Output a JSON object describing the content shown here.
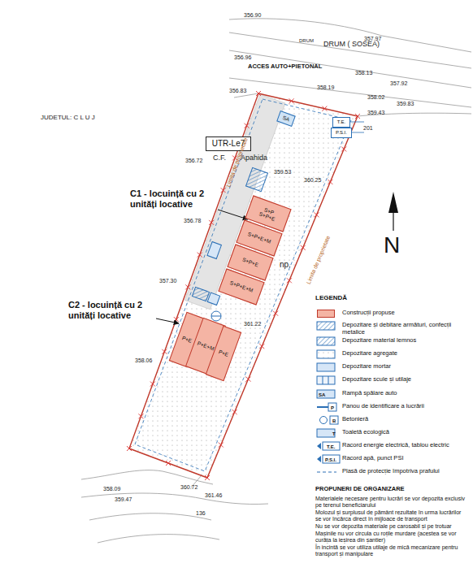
{
  "diagram": {
    "nodes": [
      {
        "text": [
          "UTR-Le7"
        ]
      },
      {
        "text": [
          "SA"
        ]
      },
      {
        "text": [
          "T.E."
        ]
      },
      {
        "text": [
          "P.S.I."
        ]
      },
      {
        "text": [
          "S+P",
          "S+P+E"
        ]
      },
      {
        "text": [
          "S+P+E+M"
        ]
      },
      {
        "text": [
          "S+P+E"
        ]
      },
      {
        "text": [
          "S+P+E+M"
        ]
      },
      {
        "text": [
          "P+E"
        ]
      },
      {
        "text": [
          "P+E+M"
        ]
      },
      {
        "text": [
          "P+E"
        ]
      }
    ],
    "labels": [
      "356.90",
      "DRUM",
      "DRUM ( SOSEA)",
      "357.97",
      "356.96",
      "ACCES AUTO+PIETONAL",
      "358.13",
      "357.92",
      "358.19",
      "356.83",
      "358.02",
      "359.83",
      "359.43",
      "201",
      "JUDETUL: C L U J",
      "Limita de proprietate",
      "Limita de proprietate",
      "C.F.",
      "Apahida",
      "356.72",
      "359.53",
      "360.25",
      "C1 - locuință cu 2 unități locative",
      "356.78",
      "np.",
      "357.30",
      "C2 - locuință cu 2 unități locative",
      "361.22",
      "358.06",
      "358.09",
      "359.47",
      "360.72",
      "361.46",
      "136",
      "N",
      "LEGENDĂ",
      "SA",
      "P",
      "B",
      "T",
      "T.E.",
      "P.S.I.",
      "PROPUNERI DE ORGANIZARE",
      "Materialele necesare pentru lucrări se vor depozita exclusiv pe terenul beneficiarului",
      "Molozul și surplusul de pământ rezultate în urma lucrărilor se vor încărca direct în mijloace de transport",
      "Nu se vor depozita materiale pe carosabil și pe trotuar",
      "Mașinile nu vor circula cu roțile murdare (acestea se vor curăța la ieșirea din șantier)",
      "În incintă se vor utiliza utilaje de mică mecanizare pentru transport și manipulare"
    ],
    "legend": [
      {
        "text": "Construcții propuse",
        "color": "#f4b4a4"
      },
      {
        "text": "Depozitare și debitare armături, confecții metalice"
      },
      {
        "text": "Depozitare material lemnos"
      },
      {
        "text": "Depozitare agregate"
      },
      {
        "text": "Depozitare mortar"
      },
      {
        "text": "Depozitare scule și utilaje"
      },
      {
        "text": "Rampă spălare auto"
      },
      {
        "text": "Panou de identificare a lucrării"
      },
      {
        "text": "Betonieră"
      },
      {
        "text": "Toaletă ecologică"
      },
      {
        "text": "Racord energie electrică, tablou electric"
      },
      {
        "text": "Racord apă, punct PSI"
      },
      {
        "text": "Plasă de protecție împotriva prafului"
      }
    ]
  }
}
